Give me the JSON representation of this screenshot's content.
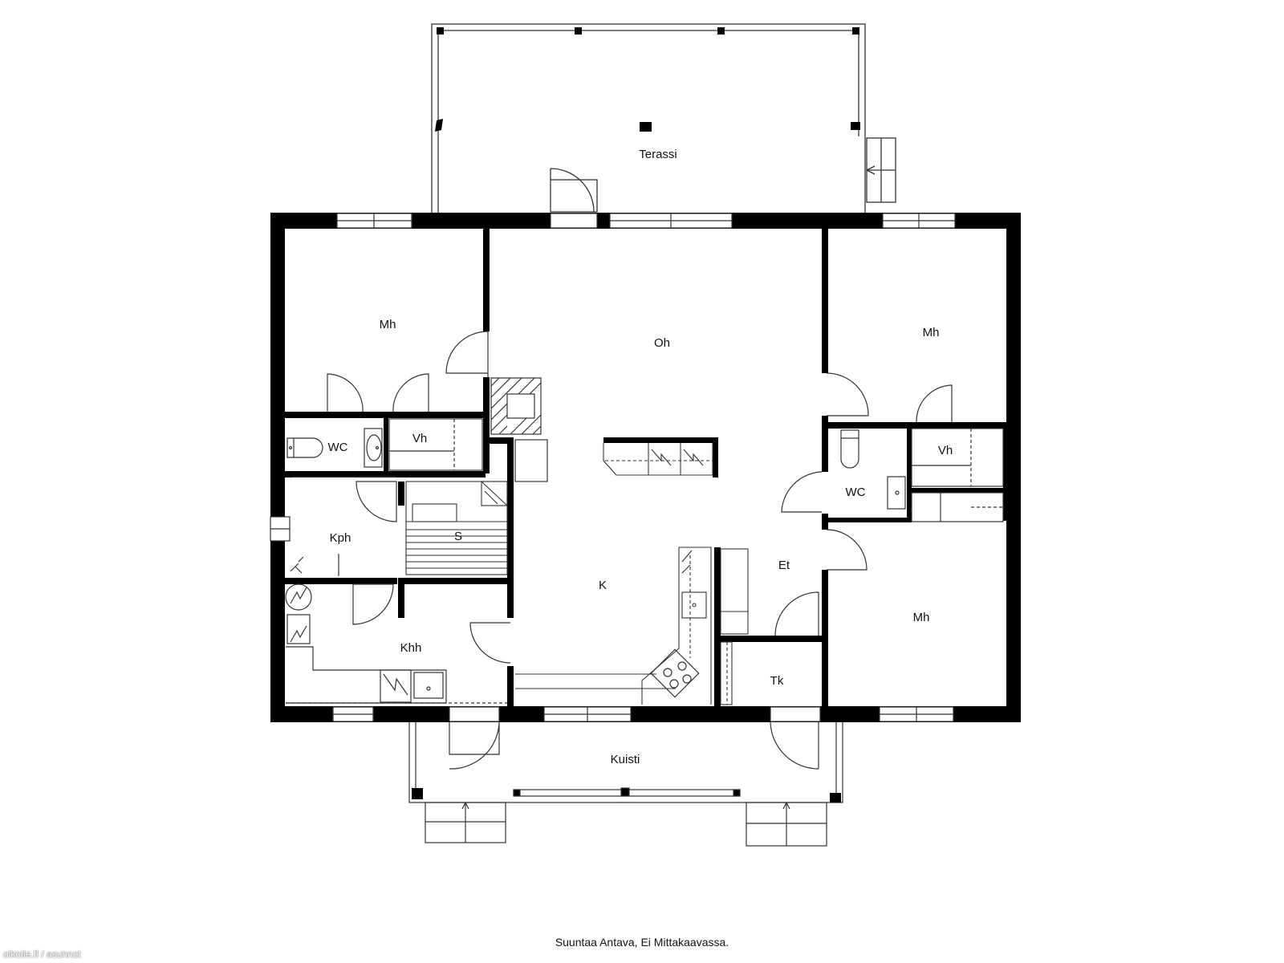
{
  "plan": {
    "rooms": {
      "terassi": "Terassi",
      "mh_left": "Mh",
      "oh": "Oh",
      "mh_right_top": "Mh",
      "wc_left": "WC",
      "vh_left": "Vh",
      "wc_right": "WC",
      "vh_right": "Vh",
      "kph": "Kph",
      "s": "S",
      "k": "K",
      "et": "Et",
      "khh": "Khh",
      "mh_right_bottom": "Mh",
      "tk": "Tk",
      "kuisti": "Kuisti"
    },
    "caption": "Suuntaa Antava, Ei Mittakaavassa.",
    "watermark": "oikotie.fi / asunnot"
  },
  "colors": {
    "wall": "#000000",
    "line": "#333333",
    "background": "#ffffff"
  },
  "icons": [
    "toilet-icon",
    "sink-icon",
    "stove-icon",
    "fireplace-icon",
    "water-heater-icon",
    "shower-icon",
    "door-swing-icon",
    "window-icon",
    "stairs-icon"
  ]
}
